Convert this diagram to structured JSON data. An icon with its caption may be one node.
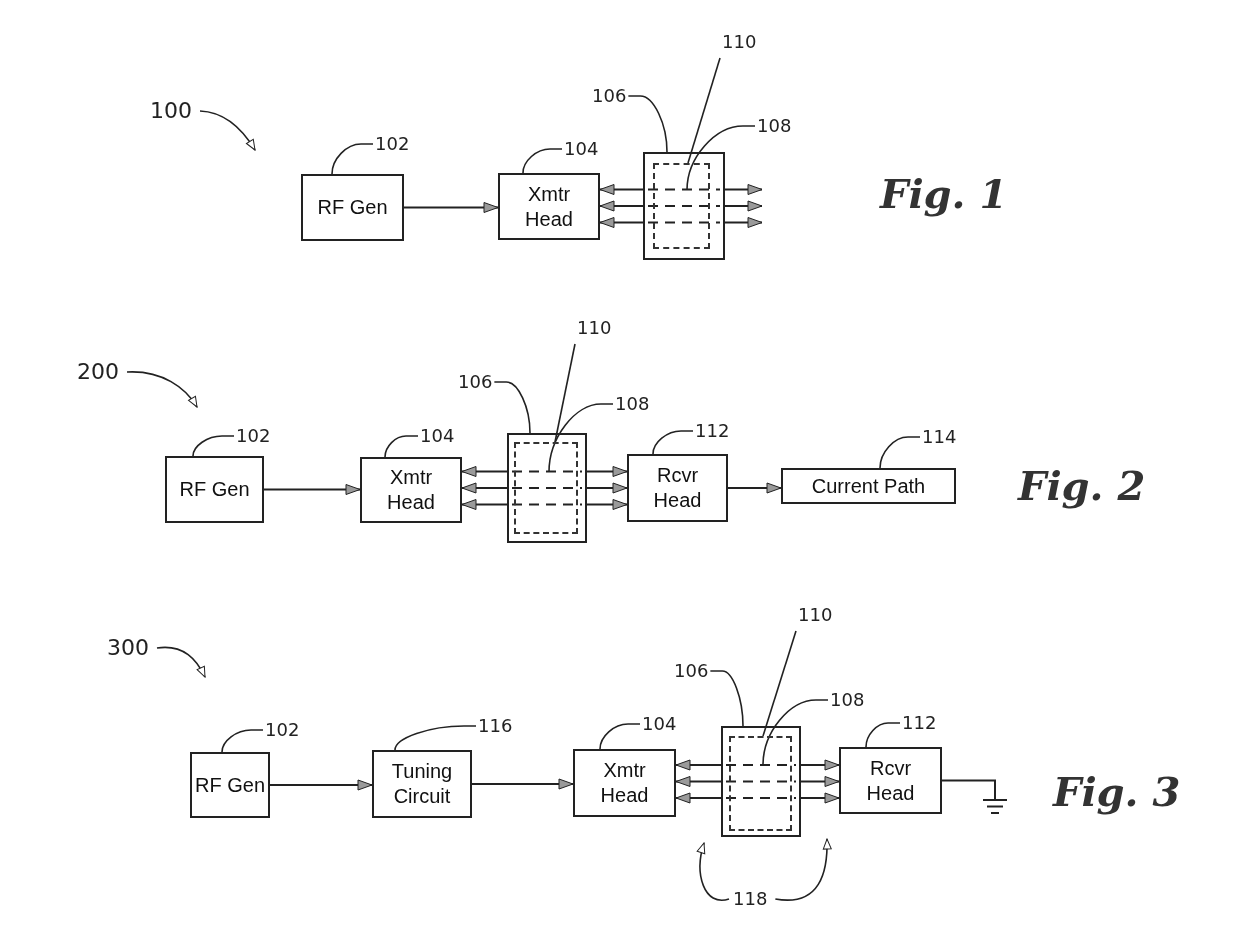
{
  "diagram": {
    "nodes": [
      {
        "text": [
          "100"
        ]
      },
      {
        "text": [
          "102"
        ]
      },
      {
        "text": [
          "RF Gen"
        ]
      },
      {
        "text": [
          "104"
        ]
      },
      {
        "text": [
          "Xmtr Head"
        ]
      },
      {
        "text": [
          "106"
        ]
      },
      {
        "text": [
          "110"
        ]
      },
      {
        "text": [
          "108"
        ]
      },
      {
        "text": [],
        "shape": "box"
      },
      {
        "text": [],
        "shape": "box",
        "in": 8
      },
      {
        "text": [
          "200"
        ]
      },
      {
        "text": [
          "102"
        ]
      },
      {
        "text": [
          "RF Gen"
        ]
      },
      {
        "text": [
          "104"
        ]
      },
      {
        "text": [
          "Xmtr Head"
        ]
      },
      {
        "text": [
          "106"
        ]
      },
      {
        "text": [
          "110"
        ]
      },
      {
        "text": [
          "108"
        ]
      },
      {
        "text": [],
        "shape": "box"
      },
      {
        "text": [],
        "shape": "box",
        "in": 18
      },
      {
        "text": [
          "112"
        ]
      },
      {
        "text": [
          "Rcvr Head"
        ]
      },
      {
        "text": [
          "114"
        ]
      },
      {
        "text": [
          "Current Path"
        ]
      },
      {
        "text": [
          "300"
        ]
      },
      {
        "text": [
          "102"
        ]
      },
      {
        "text": [
          "RF Gen"
        ]
      },
      {
        "text": [
          "116"
        ]
      },
      {
        "text": [
          "Tuning Circuit"
        ]
      },
      {
        "text": [
          "104"
        ]
      },
      {
        "text": [
          "Xmtr Head"
        ]
      },
      {
        "text": [
          "106"
        ]
      },
      {
        "text": [
          "110"
        ]
      },
      {
        "text": [
          "108"
        ]
      },
      {
        "text": [],
        "shape": "box"
      },
      {
        "text": [],
        "shape": "box",
        "in": 34
      },
      {
        "text": [
          "112"
        ]
      },
      {
        "text": [
          "Rcvr Head"
        ]
      },
      {
        "text": [],
        "shape": "ground"
      },
      {
        "text": [
          "118"
        ]
      }
    ],
    "edges": [
      {
        "from": 0,
        "to": null,
        "arrow": "to"
      },
      {
        "from": 1,
        "to": 2,
        "arrow": "none"
      },
      {
        "from": 3,
        "to": 4,
        "arrow": "none"
      },
      {
        "from": 5,
        "to": 8,
        "arrow": "none"
      },
      {
        "from": 6,
        "to": 9,
        "arrow": "none"
      },
      {
        "from": 7,
        "to": 9,
        "arrow": "none"
      },
      {
        "from": 2,
        "to": 4,
        "arrow": "to"
      },
      {
        "from": 8,
        "to": 4,
        "arrow": "to"
      },
      {
        "from": 8,
        "to": 4,
        "arrow": "to"
      },
      {
        "from": 8,
        "to": 4,
        "arrow": "to"
      },
      {
        "from": 8,
        "to": null,
        "arrow": "to"
      },
      {
        "from": 8,
        "to": null,
        "arrow": "to"
      },
      {
        "from": 8,
        "to": null,
        "arrow": "to"
      },
      {
        "from": 10,
        "to": null,
        "arrow": "to"
      },
      {
        "from": 11,
        "to": 12,
        "arrow": "none"
      },
      {
        "from": 13,
        "to": 14,
        "arrow": "none"
      },
      {
        "from": 15,
        "to": 18,
        "arrow": "none"
      },
      {
        "from": 16,
        "to": 19,
        "arrow": "none"
      },
      {
        "from": 17,
        "to": 19,
        "arrow": "none"
      },
      {
        "from": 20,
        "to": 21,
        "arrow": "none"
      },
      {
        "from": 22,
        "to": 23,
        "arrow": "none"
      },
      {
        "from": 12,
        "to": 14,
        "arrow": "to"
      },
      {
        "from": 18,
        "to": 14,
        "arrow": "to"
      },
      {
        "from": 18,
        "to": 14,
        "arrow": "to"
      },
      {
        "from": 18,
        "to": 14,
        "arrow": "to"
      },
      {
        "from": 18,
        "to": 21,
        "arrow": "to"
      },
      {
        "from": 18,
        "to": 21,
        "arrow": "to"
      },
      {
        "from": 18,
        "to": 21,
        "arrow": "to"
      },
      {
        "from": 21,
        "to": 23,
        "arrow": "to"
      },
      {
        "from": 24,
        "to": null,
        "arrow": "to"
      },
      {
        "from": 25,
        "to": 26,
        "arrow": "none"
      },
      {
        "from": 27,
        "to": 28,
        "arrow": "none"
      },
      {
        "from": 29,
        "to": 30,
        "arrow": "none"
      },
      {
        "from": 31,
        "to": 34,
        "arrow": "none"
      },
      {
        "from": 32,
        "to": 35,
        "arrow": "none"
      },
      {
        "from": 33,
        "to": 35,
        "arrow": "none"
      },
      {
        "from": 36,
        "to": 37,
        "arrow": "none"
      },
      {
        "from": 26,
        "to": 28,
        "arrow": "to"
      },
      {
        "from": 28,
        "to": 30,
        "arrow": "to"
      },
      {
        "from": 34,
        "to": 30,
        "arrow": "to"
      },
      {
        "from": 34,
        "to": 30,
        "arrow": "to"
      },
      {
        "from": 34,
        "to": 30,
        "arrow": "to"
      },
      {
        "from": 34,
        "to": 37,
        "arrow": "to"
      },
      {
        "from": 34,
        "to": 37,
        "arrow": "to"
      },
      {
        "from": 34,
        "to": 37,
        "arrow": "to"
      },
      {
        "from": 37,
        "to": 38,
        "arrow": "none"
      },
      {
        "from": 39,
        "to": 34,
        "arrow": "to"
      },
      {
        "from": 39,
        "to": 34,
        "arrow": "to"
      }
    ],
    "labels": [
      "Fig. 1",
      "Fig. 2",
      "Fig. 3"
    ]
  }
}
